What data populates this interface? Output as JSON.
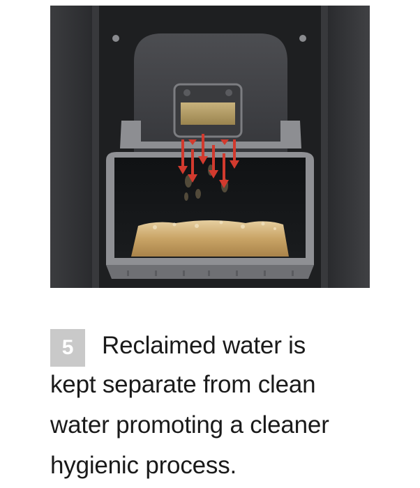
{
  "step": {
    "number": "5"
  },
  "caption": {
    "lines": [
      "Reclaimed water is",
      "kept separate from clean",
      "water promoting a cleaner",
      "hygienic process."
    ]
  },
  "colors": {
    "arrow": "#d23a2e",
    "badge": "#c9c9c9",
    "water": "#c9a466"
  }
}
